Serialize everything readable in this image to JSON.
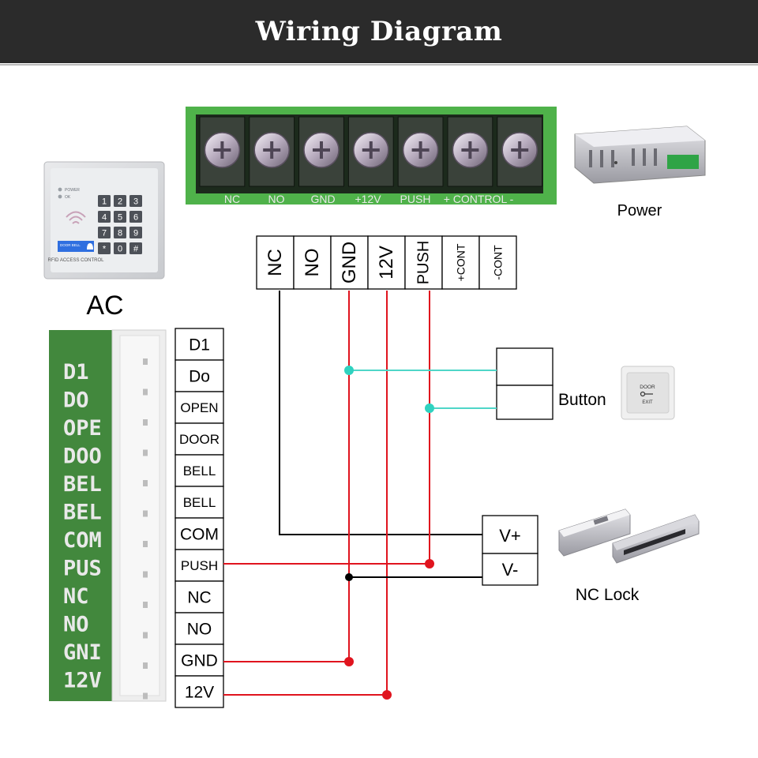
{
  "header": {
    "title": "Wiring Diagram"
  },
  "devices": {
    "power_label": "Power",
    "ac_label": "AC",
    "button_label": "Button",
    "lock_label": "NC Lock"
  },
  "keypad": {
    "led_power": "POWER",
    "led_ok": "OK",
    "keys": [
      "1",
      "2",
      "3",
      "4",
      "5",
      "6",
      "7",
      "8",
      "9",
      "*",
      "0",
      "#"
    ],
    "bell_text": "DOOR BELL",
    "caption": "RFID ACCESS CONTROL"
  },
  "terminal_block": {
    "labels": [
      "NC",
      "NO",
      "GND",
      "+12V",
      "PUSH",
      "+ CONTROL -"
    ]
  },
  "top_connector": {
    "labels": [
      "NC",
      "NO",
      "GND",
      "12V",
      "PUSH",
      "+CONT",
      "-CONT"
    ]
  },
  "left_connector": {
    "labels": [
      "D1",
      "Do",
      "OPEN",
      "DOOR",
      "BELL",
      "BELL",
      "COM",
      "PUSH",
      "NC",
      "NO",
      "GND",
      "12V"
    ]
  },
  "pcb_silk": {
    "labels": [
      "D1",
      "DO",
      "OPE",
      "DOO",
      "BEL",
      "BEL",
      "COM",
      "PUS",
      "NC",
      "NO",
      "GNI",
      "12V"
    ]
  },
  "lock_terminals": {
    "v_plus": "V+",
    "v_minus": "V-"
  },
  "exit_button": {
    "line1": "DOOR",
    "line2": "EXIT"
  },
  "colors": {
    "header_bg": "#2b2b2b",
    "wire_red": "#e0141e",
    "wire_cyan": "#4fd6c8",
    "wire_black": "#000000",
    "pcb_green": "#3f9a3f",
    "pcb_dark": "#1f6e2b"
  }
}
